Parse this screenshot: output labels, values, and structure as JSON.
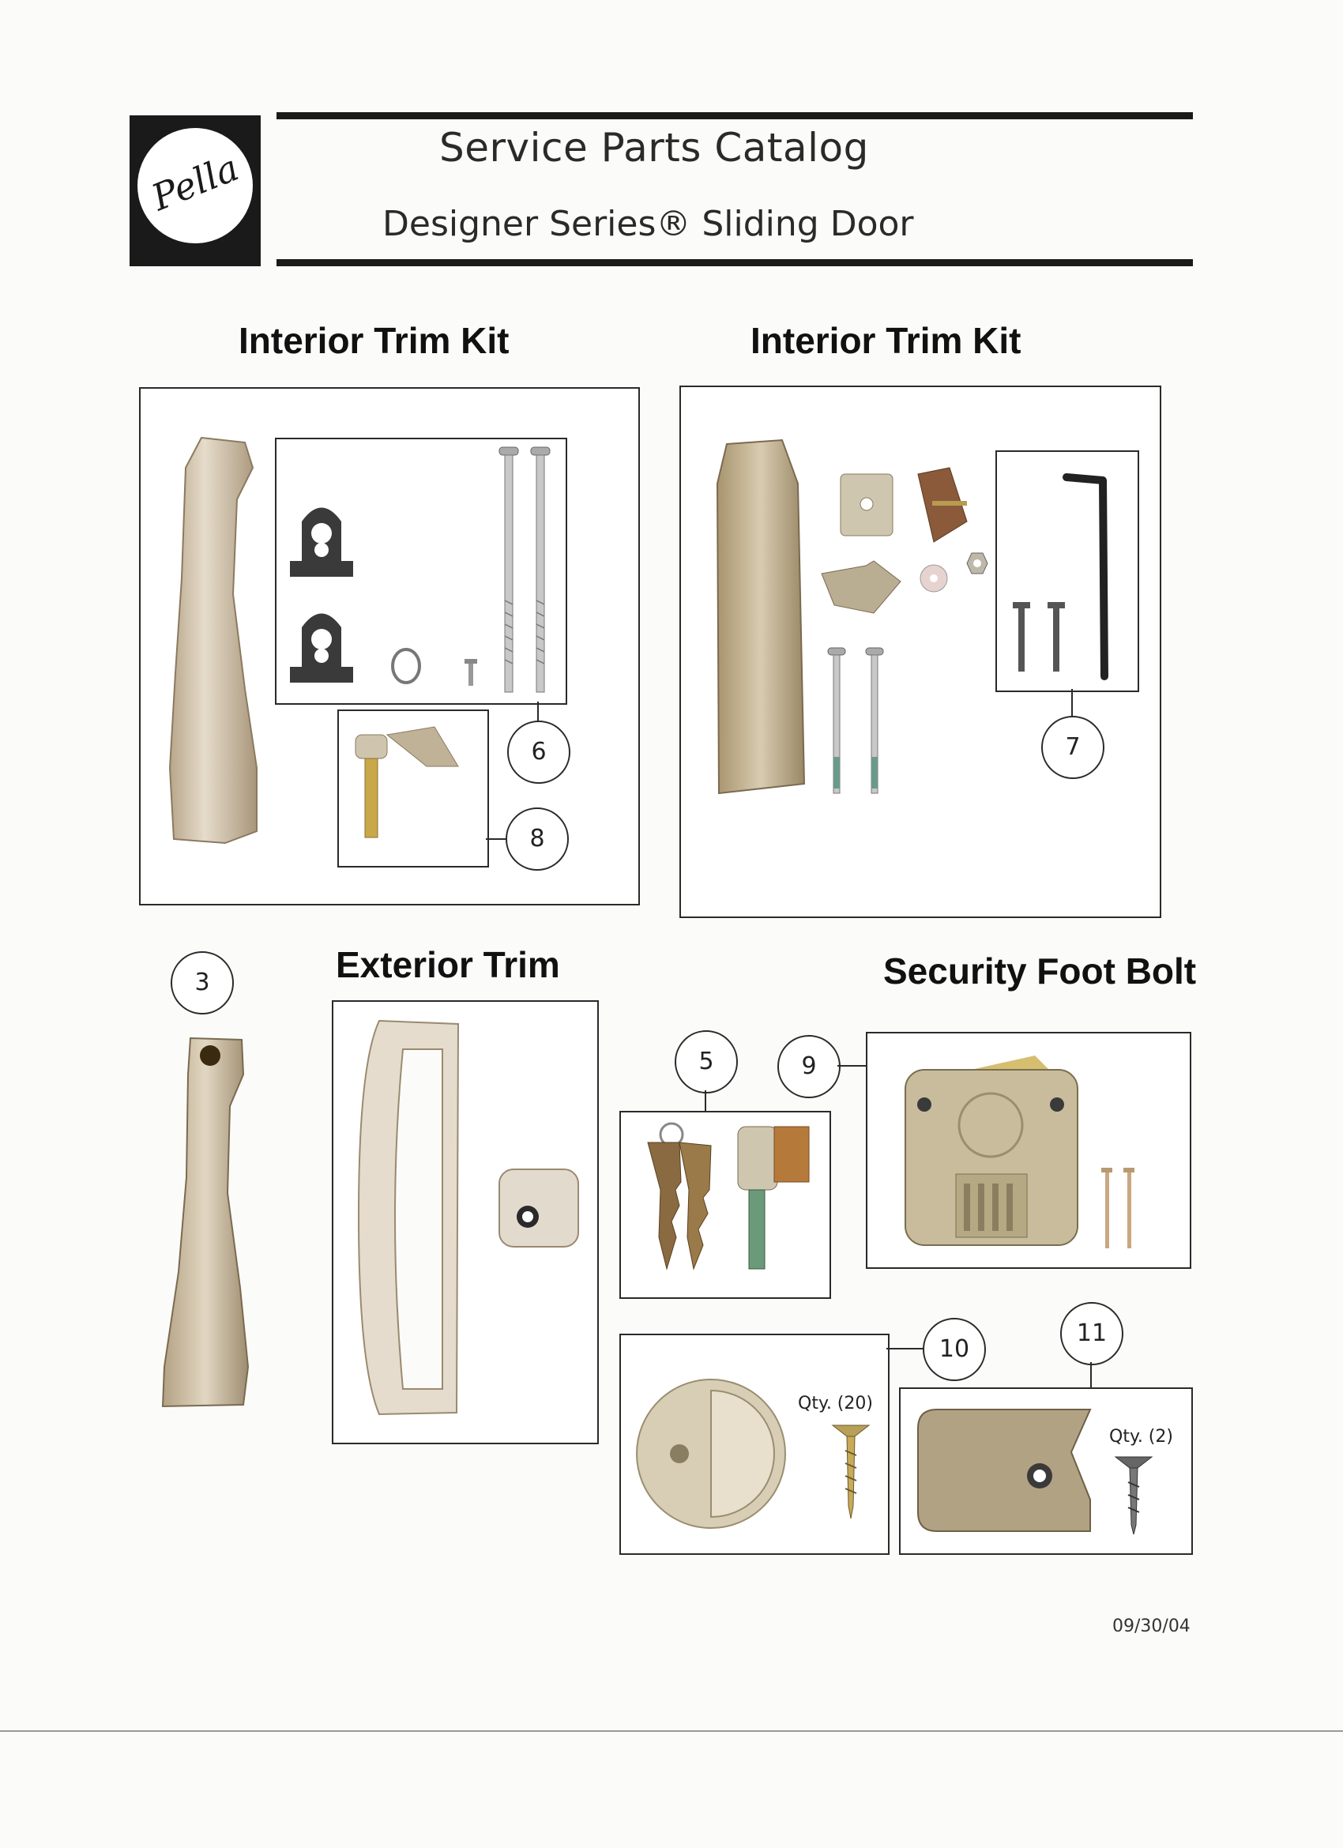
{
  "header": {
    "logo_text": "Pella",
    "title": "Service Parts Catalog",
    "subtitle": "Designer Series® Sliding Door"
  },
  "sections": {
    "interior_trim_left": "Interior Trim Kit",
    "interior_trim_right": "Interior Trim Kit",
    "exterior_trim": "Exterior Trim",
    "security_foot_bolt": "Security Foot Bolt"
  },
  "callouts": {
    "c3": "3",
    "c5": "5",
    "c6": "6",
    "c7": "7",
    "c8": "8",
    "c9": "9",
    "c10": "10",
    "c11": "11"
  },
  "quantities": {
    "qty_10": "Qty. (20)",
    "qty_11": "Qty. (2)"
  },
  "footer": {
    "date": "09/30/04"
  }
}
